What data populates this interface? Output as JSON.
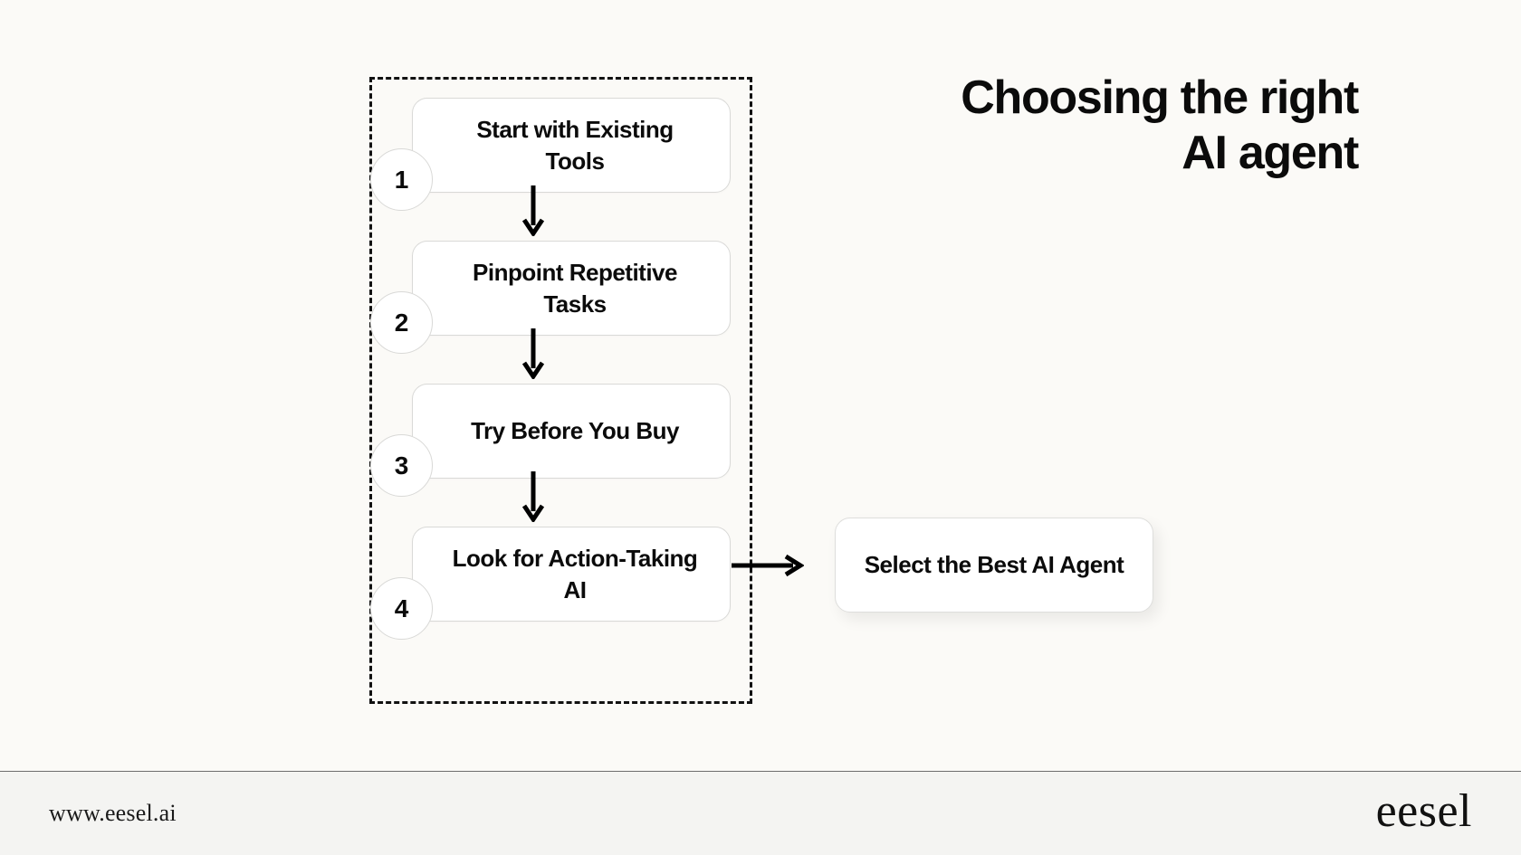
{
  "title": {
    "line1": "Choosing the right",
    "line2": "AI agent"
  },
  "flow": {
    "steps": [
      {
        "number": "1",
        "label": "Start with Existing Tools"
      },
      {
        "number": "2",
        "label": "Pinpoint Repetitive Tasks"
      },
      {
        "number": "3",
        "label": "Try Before You Buy"
      },
      {
        "number": "4",
        "label": "Look for Action-Taking AI"
      }
    ],
    "outcome": {
      "label": "Select the Best AI Agent"
    }
  },
  "footer": {
    "url": "www.eesel.ai",
    "logo": "eesel"
  },
  "colors": {
    "background": "#FBFAF7",
    "footer_background": "#F4F4F2",
    "text": "#0B0B0B",
    "card_border": "#D9D9D7",
    "dashed_border": "#111111",
    "arrow": "#000000"
  },
  "chart_data": {
    "type": "diagram",
    "title": "Choosing the right AI agent",
    "layout": "vertical-flowchart-with-outcome",
    "grouped_nodes": [
      "Start with Existing Tools",
      "Pinpoint Repetitive Tasks",
      "Try Before You Buy",
      "Look for Action-Taking AI"
    ],
    "outcome_node": "Select the Best AI Agent",
    "edges": [
      {
        "from": "Start with Existing Tools",
        "to": "Pinpoint Repetitive Tasks",
        "direction": "down"
      },
      {
        "from": "Pinpoint Repetitive Tasks",
        "to": "Try Before You Buy",
        "direction": "down"
      },
      {
        "from": "Try Before You Buy",
        "to": "Look for Action-Taking AI",
        "direction": "down"
      },
      {
        "from": "Look for Action-Taking AI",
        "to": "Select the Best AI Agent",
        "direction": "right"
      }
    ]
  }
}
